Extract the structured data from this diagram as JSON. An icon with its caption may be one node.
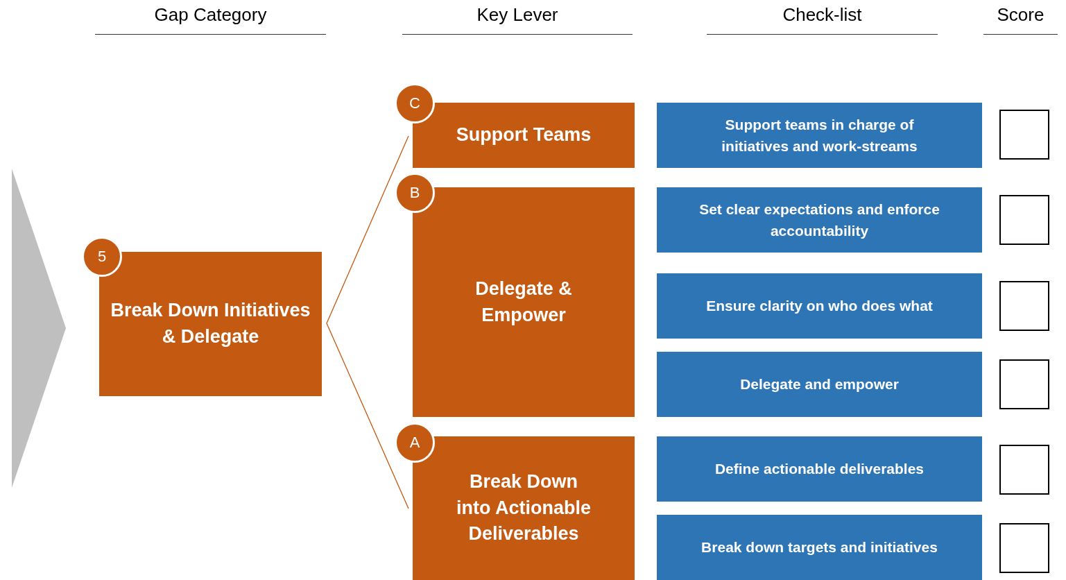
{
  "diagram": {
    "nodes": [
      {
        "text": [
          "5"
        ]
      },
      {
        "text": [
          "Break Down Initiatives & Delegate"
        ]
      },
      {
        "text": [
          "C"
        ]
      },
      {
        "text": [
          "Support Teams"
        ]
      },
      {
        "text": [
          "Support teams in charge of initiatives and work-streams"
        ]
      },
      {
        "text": [],
        "shape": "box"
      },
      {
        "text": [
          "B"
        ]
      },
      {
        "text": [
          "Delegate & Empower"
        ]
      },
      {
        "text": [
          "Set clear expectations and enforce accountability"
        ]
      },
      {
        "text": [],
        "shape": "box"
      },
      {
        "text": [
          "Ensure clarity on who does what"
        ]
      },
      {
        "text": [],
        "shape": "box"
      },
      {
        "text": [
          "Delegate and empower"
        ]
      },
      {
        "text": [],
        "shape": "box"
      },
      {
        "text": [
          "A"
        ]
      },
      {
        "text": [
          "Break Down into Actionable Deliverables"
        ]
      },
      {
        "text": [
          "Define actionable deliverables"
        ]
      },
      {
        "text": [],
        "shape": "box"
      },
      {
        "text": [
          "Break down targets and initiatives"
        ]
      },
      {
        "text": [],
        "shape": "box"
      },
      {
        "text": [],
        "shape": "triangle"
      }
    ],
    "edges": [],
    "labels": [
      "Gap Category",
      "Key Lever",
      "Check-list",
      "Score"
    ]
  }
}
